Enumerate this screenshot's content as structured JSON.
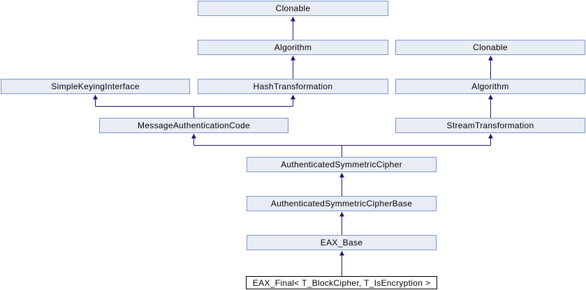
{
  "diagram": {
    "type": "class-inheritance-graph",
    "nodes": [
      {
        "id": "clonable-top",
        "label": "Clonable"
      },
      {
        "id": "algorithm-center",
        "label": "Algorithm"
      },
      {
        "id": "clonable-right",
        "label": "Clonable"
      },
      {
        "id": "simple-keying-interface",
        "label": "SimpleKeyingInterface"
      },
      {
        "id": "hash-transformation",
        "label": "HashTransformation"
      },
      {
        "id": "algorithm-right",
        "label": "Algorithm"
      },
      {
        "id": "message-authentication-code",
        "label": "MessageAuthenticationCode"
      },
      {
        "id": "stream-transformation",
        "label": "StreamTransformation"
      },
      {
        "id": "authenticated-symmetric-cipher",
        "label": "AuthenticatedSymmetricCipher"
      },
      {
        "id": "authenticated-symmetric-cipher-base",
        "label": "AuthenticatedSymmetricCipherBase"
      },
      {
        "id": "eax-base",
        "label": "EAX_Base"
      },
      {
        "id": "eax-final",
        "label": "EAX_Final< T_BlockCipher, T_IsEncryption >",
        "highlighted": true
      }
    ],
    "edges": [
      {
        "from": "algorithm-center",
        "to": "clonable-top"
      },
      {
        "from": "hash-transformation",
        "to": "algorithm-center"
      },
      {
        "from": "algorithm-right",
        "to": "clonable-right"
      },
      {
        "from": "stream-transformation",
        "to": "algorithm-right"
      },
      {
        "from": "message-authentication-code",
        "to": "simple-keying-interface"
      },
      {
        "from": "message-authentication-code",
        "to": "hash-transformation"
      },
      {
        "from": "authenticated-symmetric-cipher",
        "to": "message-authentication-code"
      },
      {
        "from": "authenticated-symmetric-cipher",
        "to": "stream-transformation"
      },
      {
        "from": "authenticated-symmetric-cipher-base",
        "to": "authenticated-symmetric-cipher"
      },
      {
        "from": "eax-base",
        "to": "authenticated-symmetric-cipher-base"
      },
      {
        "from": "eax-final",
        "to": "eax-base"
      }
    ]
  },
  "colors": {
    "page_bg": "#ffffff",
    "box_fill": "#e8edf5",
    "box_border": "#7d95c5",
    "box_text": "#000000",
    "highlight_fill": "#ffffff",
    "highlight_border": "#000000",
    "arrow": "#191970"
  }
}
